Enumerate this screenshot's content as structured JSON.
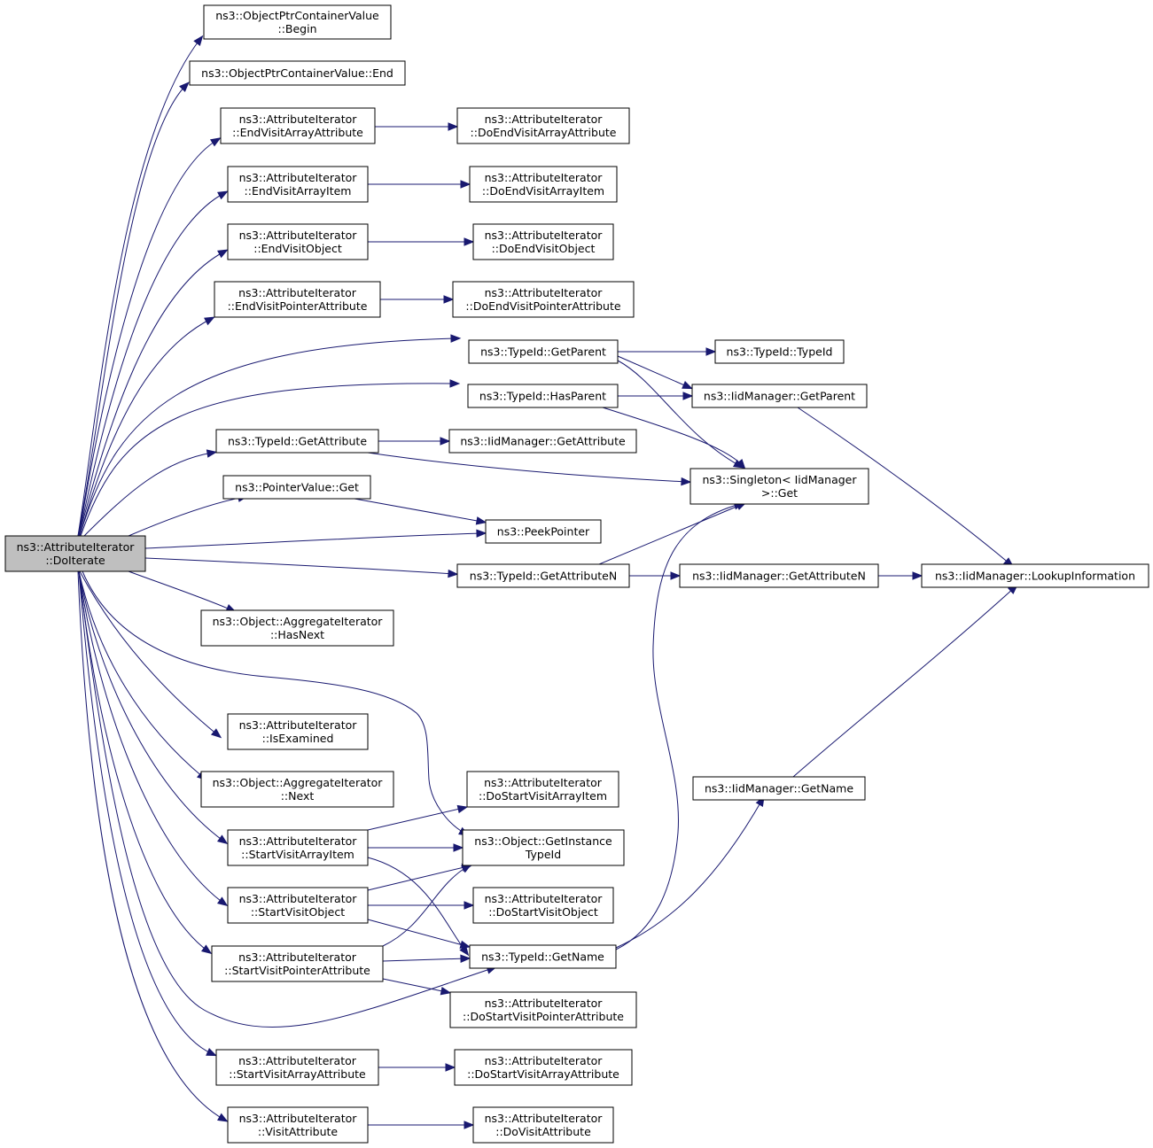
{
  "nodes": {
    "doiterate": [
      "ns3::AttributeIterator",
      "::DoIterate"
    ],
    "optr_begin": [
      "ns3::ObjectPtrContainerValue",
      "::Begin"
    ],
    "optr_end": [
      "ns3::ObjectPtrContainerValue::End"
    ],
    "endvisitarrayattr": [
      "ns3::AttributeIterator",
      "::EndVisitArrayAttribute"
    ],
    "doendvisitarrayattr": [
      "ns3::AttributeIterator",
      "::DoEndVisitArrayAttribute"
    ],
    "endvisitarrayitem": [
      "ns3::AttributeIterator",
      "::EndVisitArrayItem"
    ],
    "doendvisitarrayitem": [
      "ns3::AttributeIterator",
      "::DoEndVisitArrayItem"
    ],
    "endvisitobject": [
      "ns3::AttributeIterator",
      "::EndVisitObject"
    ],
    "doendvisitobject": [
      "ns3::AttributeIterator",
      "::DoEndVisitObject"
    ],
    "endvisitptrattr": [
      "ns3::AttributeIterator",
      "::EndVisitPointerAttribute"
    ],
    "doendvisitptrattr": [
      "ns3::AttributeIterator",
      "::DoEndVisitPointerAttribute"
    ],
    "typeid_getparent": [
      "ns3::TypeId::GetParent"
    ],
    "typeid_typeid": [
      "ns3::TypeId::TypeId"
    ],
    "typeid_hasparent": [
      "ns3::TypeId::HasParent"
    ],
    "iid_getparent": [
      "ns3::IidManager::GetParent"
    ],
    "typeid_getattr": [
      "ns3::TypeId::GetAttribute"
    ],
    "iid_getattr": [
      "ns3::IidManager::GetAttribute"
    ],
    "singleton_get": [
      "ns3::Singleton< IidManager",
      " >::Get"
    ],
    "ptrvalue_get": [
      "ns3::PointerValue::Get"
    ],
    "peekpointer": [
      "ns3::PeekPointer"
    ],
    "typeid_getattrn": [
      "ns3::TypeId::GetAttributeN"
    ],
    "iid_getattrn": [
      "ns3::IidManager::GetAttributeN"
    ],
    "iid_lookup": [
      "ns3::IidManager::LookupInformation"
    ],
    "agg_hasnext": [
      "ns3::Object::AggregateIterator",
      "::HasNext"
    ],
    "isexamined": [
      "ns3::AttributeIterator",
      "::IsExamined"
    ],
    "agg_next": [
      "ns3::Object::AggregateIterator",
      "::Next"
    ],
    "iid_getname": [
      "ns3::IidManager::GetName"
    ],
    "dostartvisitarrayitem": [
      "ns3::AttributeIterator",
      "::DoStartVisitArrayItem"
    ],
    "startvisitarrayitem": [
      "ns3::AttributeIterator",
      "::StartVisitArrayItem"
    ],
    "getinstancetypeid": [
      "ns3::Object::GetInstance",
      "TypeId"
    ],
    "startvisitobject": [
      "ns3::AttributeIterator",
      "::StartVisitObject"
    ],
    "dostartvisitobject": [
      "ns3::AttributeIterator",
      "::DoStartVisitObject"
    ],
    "startvisitptrattr": [
      "ns3::AttributeIterator",
      "::StartVisitPointerAttribute"
    ],
    "typeid_getname": [
      "ns3::TypeId::GetName"
    ],
    "dostartvisitptrattr": [
      "ns3::AttributeIterator",
      "::DoStartVisitPointerAttribute"
    ],
    "startvisitarrayattr": [
      "ns3::AttributeIterator",
      "::StartVisitArrayAttribute"
    ],
    "dostartvisitarrayattr": [
      "ns3::AttributeIterator",
      "::DoStartVisitArrayAttribute"
    ],
    "visitattr": [
      "ns3::AttributeIterator",
      "::VisitAttribute"
    ],
    "dovisitattr": [
      "ns3::AttributeIterator",
      "::DoVisitAttribute"
    ]
  }
}
